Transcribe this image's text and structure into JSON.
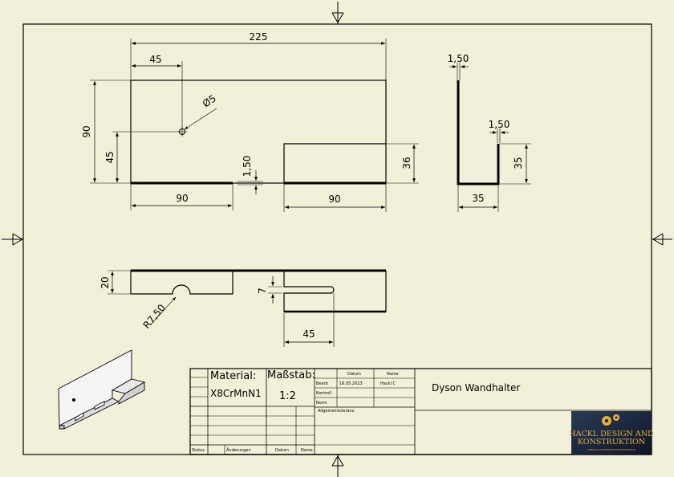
{
  "drawing": {
    "front_view": {
      "overall_width": "225",
      "hole_offset_x": "45",
      "hole_diameter": "Ø5",
      "height": "90",
      "hole_offset_y": "45",
      "thickness": "1,50",
      "tab_width_left": "90",
      "tab_width_right": "90",
      "tab_height": "36"
    },
    "side_view": {
      "thickness_top": "1,50",
      "thickness_lip": "1,50",
      "lip_height": "35",
      "base_width": "35"
    },
    "top_view": {
      "depth": "20",
      "notch_radius": "R7,50",
      "slot_width": "7",
      "slot_length": "45"
    }
  },
  "title_block": {
    "material_label": "Material:",
    "material_value": "X8CrMnN1",
    "scale_label": "Maßstab:",
    "scale_value": "1:2",
    "date_header": "Datum",
    "name_header": "Name",
    "row_drawn_label": "Bearb",
    "row_drawn_date": "16.05.2023",
    "row_drawn_name": "Hackl C",
    "row_check_label": "Kontroll",
    "row_norm_label": "Norm",
    "general_tolerance": "Allgemeintoleranz",
    "status_label": "Status",
    "changes_label": "Änderungen",
    "footer_date_label": "Datum",
    "footer_name_label": "Name",
    "title": "Dyson Wandhalter"
  },
  "logo": {
    "line1": "HACKL DESIGN AND",
    "line2": "KONSTRUKTION",
    "tagline": "DESIGN & TECHNISCHE KONSTRUKTION"
  }
}
